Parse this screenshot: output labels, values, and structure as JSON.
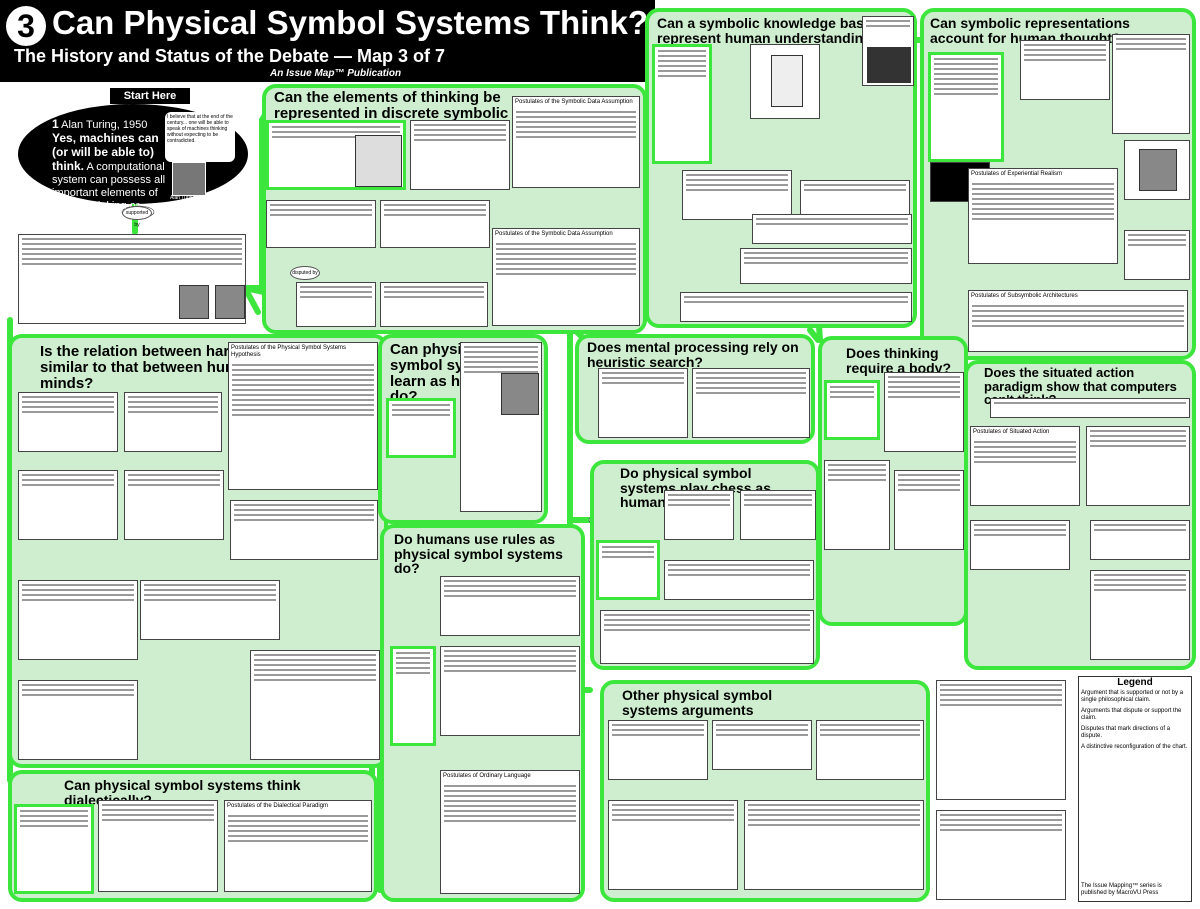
{
  "header": {
    "map_number": "3",
    "title": "Can Physical Symbol Systems Think?",
    "subtitle": "The History and Status of the Debate — Map 3 of 7",
    "publication": "An Issue Map™ Publication"
  },
  "start": {
    "label": "Start Here",
    "number": "1",
    "author": "Alan Turing, 1950",
    "claim": "Yes, machines can (or will be able to) think.",
    "claim_rest": "A computational system can possess all important elements of human thinking or understanding.",
    "quote": "I believe that at the end of the century... one will be able to speak of machines thinking without expecting to be contradicted.",
    "photo_caption": "Alan Turing"
  },
  "regions": [
    {
      "id": "discrete",
      "title": "Can the elements of thinking be represented in discrete symbolic form?"
    },
    {
      "id": "knowledge-base",
      "title": "Can a symbolic knowledge base represent human understanding?"
    },
    {
      "id": "account",
      "title": "Can symbolic representations account for human thought?"
    },
    {
      "id": "hardware",
      "title": "Is the relation between hardware and software similar to that between human brains and minds?"
    },
    {
      "id": "learn",
      "title": "Can physical symbol systems learn as humans do?"
    },
    {
      "id": "heuristic",
      "title": "Does mental processing rely on heuristic search?"
    },
    {
      "id": "body",
      "title": "Does thinking require a body?"
    },
    {
      "id": "situated",
      "title": "Does the situated action paradigm show that computers can't think?"
    },
    {
      "id": "chess",
      "title": "Do physical symbol systems play chess as humans do?"
    },
    {
      "id": "rules",
      "title": "Do humans use rules as physical symbol systems do?"
    },
    {
      "id": "other",
      "title": "Other physical symbol systems arguments"
    },
    {
      "id": "dialectic",
      "title": "Can physical symbol systems think dialectically?"
    }
  ],
  "postulates": {
    "pss": "Postulates of the Physical Symbol Systems Hypothesis",
    "symbolic_data": "Postulates of the Symbolic Data Assumption",
    "ordinary_language": "Postulates of Ordinary Language",
    "dialectical": "Postulates of the Dialectical Paradigm",
    "situated": "Postulates of Situated Action",
    "subsymbolic": "Postulates of Subsymbolic Architectures",
    "experiential": "Postulates of Experiential Realism"
  },
  "labels": {
    "supported_by": "supported by",
    "disputed_by": "disputed by"
  },
  "legend": {
    "title": "Legend",
    "items": [
      "Argument that is supported or not by a single philosophical claim.",
      "Arguments that dispute or support the claim.",
      "Disputes that mark directions of a dispute.",
      "A distinctive reconfiguration of the chart."
    ],
    "publisher": "The Issue Mapping™ series is published by MacroVU Press"
  },
  "colors": {
    "region_bg": "#cfeecf",
    "region_border": "#3de63d",
    "header_bg": "#000000"
  }
}
